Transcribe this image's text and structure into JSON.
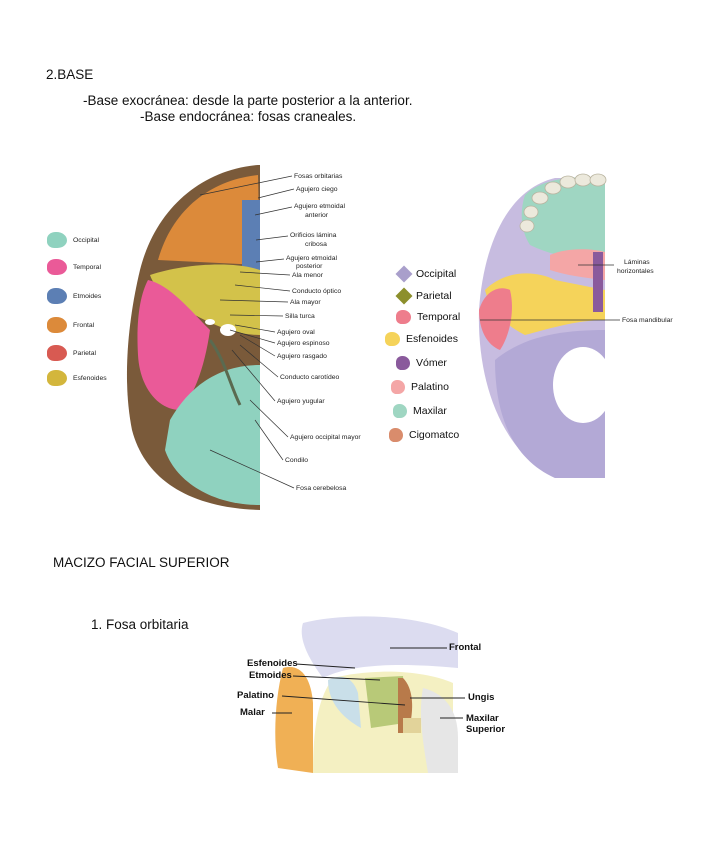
{
  "section_title": "2.BASE",
  "line1": "-Base exocránea: desde la parte posterior a la anterior.",
  "line2": "-Base endocránea: fosas craneales.",
  "fig1": {
    "legend": [
      {
        "label": "Occipital",
        "color": "#8fd2bf"
      },
      {
        "label": "Temporal",
        "color": "#ea5a98"
      },
      {
        "label": "Etmoides",
        "color": "#5c7fb4"
      },
      {
        "label": "Frontal",
        "color": "#dc8a3a"
      },
      {
        "label": "Parietal",
        "color": "#d85a52"
      },
      {
        "label": "Esfenoides",
        "color": "#d3b63c"
      }
    ],
    "labels": [
      "Fosas orbitarias",
      "Agujero ciego",
      "Agujero etmoidal",
      "anterior",
      "Orificios lámina",
      "cribosa",
      "Agujero etmoidal",
      "posterior",
      "Ala menor",
      "Conducto óptico",
      "Ala mayor",
      "Silla turca",
      "Agujero oval",
      "Agujero espinoso",
      "Agujero rasgado",
      "Conducto carotídeo",
      "Agujero yugular",
      "Agujero occipital mayor",
      "Condilo",
      "Fosa cerebelosa"
    ]
  },
  "fig2": {
    "legend": [
      {
        "label": "Occipital",
        "color": "#a99fcb"
      },
      {
        "label": "Parietal",
        "color": "#8c8f2c"
      },
      {
        "label": "Temporal",
        "color": "#ee7d8c"
      },
      {
        "label": "Esfenoides",
        "color": "#f5d35a"
      },
      {
        "label": "Vómer",
        "color": "#8a5a9c"
      },
      {
        "label": "Palatino",
        "color": "#f4a6a6"
      },
      {
        "label": "Maxilar",
        "color": "#9fd6c2"
      },
      {
        "label": "Cigomatco",
        "color": "#d98c6c"
      }
    ],
    "label_laminas_1": "Láminas",
    "label_laminas_2": "horizontales",
    "label_fosa": "Fosa mandibular"
  },
  "section2_title": "MACIZO FACIAL SUPERIOR",
  "item1": "1. Fosa orbitaria",
  "fig3": {
    "labels": {
      "frontal": "Frontal",
      "esfenoides": "Esfenoides",
      "etmoides": "Etmoides",
      "palatino": "Palatino",
      "malar": "Malar",
      "ungis": "Ungis",
      "maxilar1": "Maxilar",
      "maxilar2": "Superior"
    }
  }
}
